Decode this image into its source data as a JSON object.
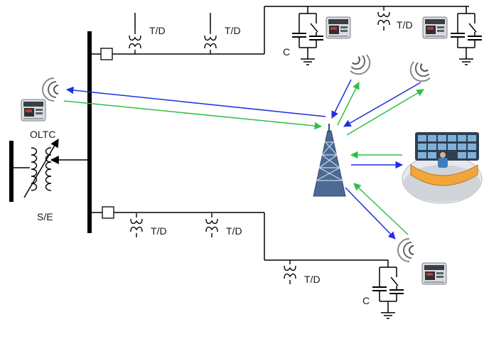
{
  "labels": {
    "td": "T/D",
    "capacitor": "C",
    "oltc": "OLTC",
    "substation": "S/E"
  },
  "colors": {
    "downlink": "#1f2fe0",
    "uplink": "#2fbf4a",
    "tower": "#4b6b93",
    "device_panel": "#c0392b",
    "desk": "#f1a63b"
  },
  "icons": {
    "device": "controller-icon",
    "antenna": "wifi-signal-icon",
    "tower": "radio-tower-icon",
    "control_center": "control-room-icon"
  }
}
